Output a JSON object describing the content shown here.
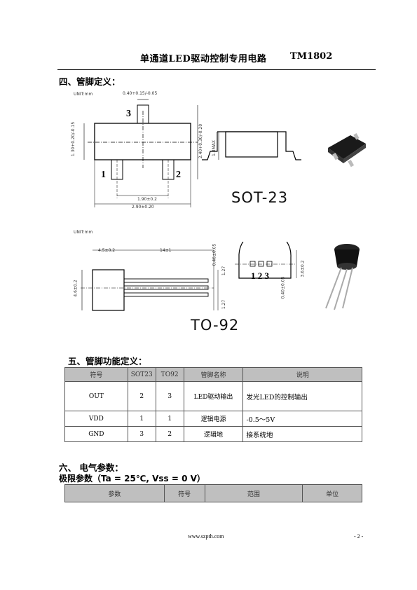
{
  "header": {
    "title": "单通道LED驱动控制专用电路",
    "chip": "TM1802"
  },
  "section4": {
    "title": "四、管脚定义：",
    "sot23": {
      "unit": "UNIT:mm",
      "dim_top": "0.40+0.15/-0.05",
      "dim_left": "1.30+0.20/-0.15",
      "dim_right1": "2.40+0.30/-0.20",
      "dim_right2": "1.3MAX",
      "dim_pitch": "1.90±0.2",
      "dim_width": "2.90±0.20",
      "pin1": "1",
      "pin2": "2",
      "pin3": "3",
      "label": "SOT-23"
    },
    "to92": {
      "unit": "UNIT:mm",
      "dim_body": "4.5±0.2",
      "dim_lead": "14±1",
      "dim_height": "4.6±0.2",
      "dim_lead_w": "0.46±0.05",
      "dim_pitch1": "1.27",
      "dim_pitch2": "1.27",
      "dim_thick": "0.40±0.05",
      "dim_side": "3.6±0.2",
      "pins": "1 2 3",
      "label": "TO-92"
    }
  },
  "section5": {
    "title": "五、管脚功能定义：",
    "headers": [
      "符号",
      "SOT23",
      "TO92",
      "管脚名称",
      "说明"
    ],
    "rows": [
      [
        "OUT",
        "2",
        "3",
        "LED驱动输出",
        "发光LED的控制输出"
      ],
      [
        "VDD",
        "1",
        "1",
        "逻辑电源",
        "-0.5～5V"
      ],
      [
        "GND",
        "3",
        "2",
        "逻辑地",
        "接系统地"
      ]
    ]
  },
  "section6": {
    "title": "六、  电气参数：",
    "subtitle": "极限参数（Ta = 25℃, Vss = 0 V）",
    "headers": [
      "参数",
      "符号",
      "范围",
      "单位"
    ]
  },
  "footer": {
    "url": "www.szpth.com",
    "page": "- 2 -"
  }
}
